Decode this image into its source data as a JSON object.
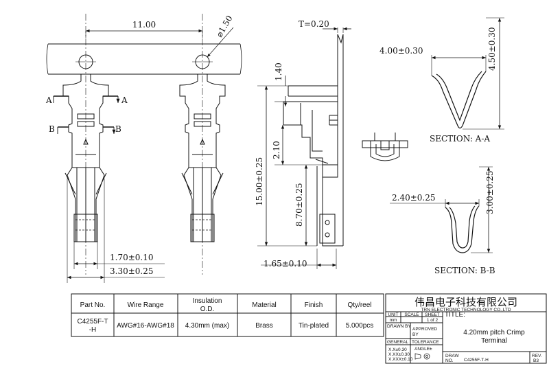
{
  "dimensions": {
    "pitch": "11.00",
    "hole_dia": "⌀1.50",
    "thickness": "T=0.20",
    "d_1_40": "1.40",
    "d_2_10": "2.10",
    "d_15_00": "15.00±0.25",
    "d_8_70": "8.70±0.25",
    "d_1_70": "1.70±0.10",
    "d_3_30": "3.30±0.25",
    "d_1_65": "1.65±0.10",
    "a_width": "4.00±0.30",
    "a_height": "4.50±0.30",
    "b_width": "2.40±0.25",
    "b_height": "3.00±0.25"
  },
  "section_labels": {
    "a_left": "A",
    "a_right": "A",
    "b_left": "B",
    "b_right": "B",
    "section_a": "SECTION: A-A",
    "section_b": "SECTION: B-B"
  },
  "table": {
    "headers": {
      "part_no": "Part No.",
      "wire_range": "Wire Range",
      "insulation_1": "Insulation",
      "insulation_2": "O.D.",
      "material": "Material",
      "finish": "Finish",
      "qty": "Qty/reel"
    },
    "row": {
      "part_no_1": "C4255F-T",
      "part_no_2": "-H",
      "wire_range": "AWG#16-AWG#18",
      "insulation": "4.30mm (max)",
      "material": "Brass",
      "finish": "Tin-plated",
      "qty": "5.000pcs"
    }
  },
  "title_block": {
    "company_cn": "伟昌电子科技有限公司",
    "company_en": "TRN ELECTRONIC TECHNOLOGY CO.,LTD",
    "unit": "UNIT",
    "scale": "SCALE",
    "sheet": "SHEET",
    "title_label": "TITLE:",
    "unit_val": "mm",
    "sheet_val": "1 of 2",
    "drawn_by": "DRAWN BY",
    "approved_1": "APPROVED",
    "approved_2": "BY",
    "general": "GENERAL",
    "tolerance": "TOLERANCE",
    "tol_1": "X.X±0.30",
    "tol_2": "X.XX±0.30",
    "tol_3": "X.XXX±0.10",
    "angle": "ANGLE±",
    "title_1": "4.20mm pitch Crimp",
    "title_2": "Terminal",
    "draw": "DRAW",
    "no": "NO.",
    "draw_no": "C4255F-T-H",
    "rev": "REV.",
    "rev_val": "B3"
  }
}
